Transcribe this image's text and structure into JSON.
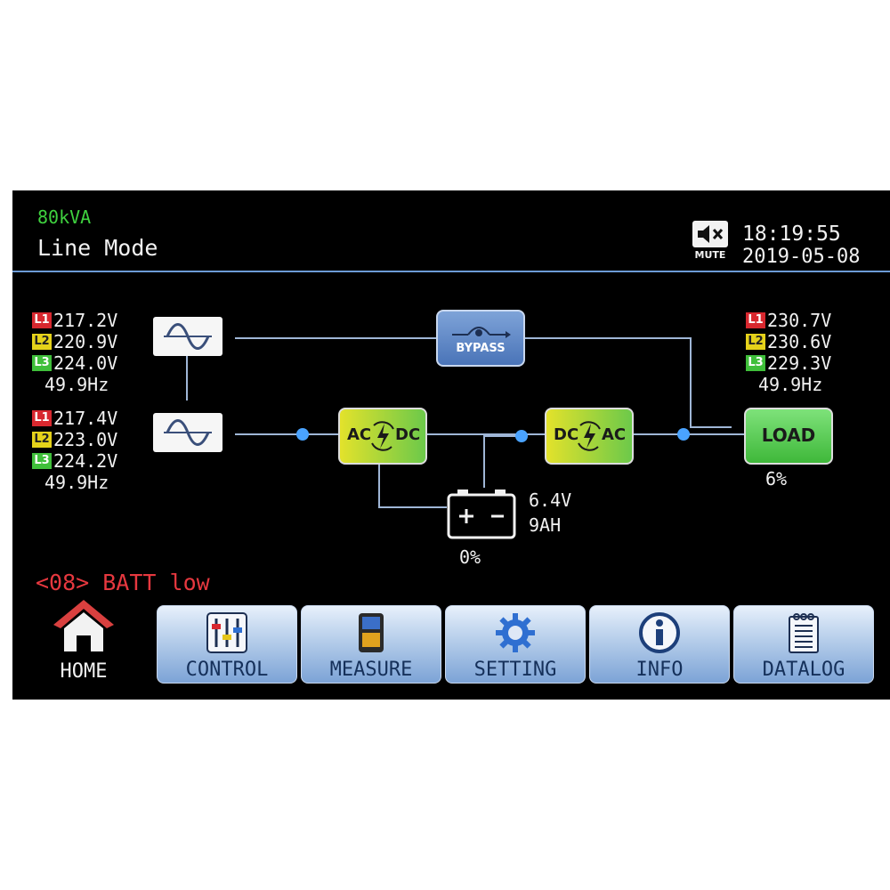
{
  "header": {
    "model": "80kVA",
    "mode": "Line Mode",
    "mute_label": "MUTE",
    "time": "18:19:55",
    "date": "2019-05-08"
  },
  "bypass_input": {
    "l1": "217.2V",
    "l2": "220.9V",
    "l3": "224.0V",
    "freq": "49.9Hz"
  },
  "main_input": {
    "l1": "217.4V",
    "l2": "223.0V",
    "l3": "224.2V",
    "freq": "49.9Hz"
  },
  "output": {
    "l1": "230.7V",
    "l2": "230.6V",
    "l3": "229.3V",
    "freq": "49.9Hz",
    "load_percent": "6%"
  },
  "phase_labels": {
    "l1": "L1",
    "l2": "L2",
    "l3": "L3"
  },
  "modules": {
    "bypass": "BYPASS",
    "rectifier_left": "AC",
    "rectifier_right": "DC",
    "inverter_left": "DC",
    "inverter_right": "AC",
    "load": "LOAD"
  },
  "battery": {
    "voltage": "6.4V",
    "capacity": "9AH",
    "charge_percent": "0%"
  },
  "alarm": {
    "text": "<08> BATT low"
  },
  "nav": {
    "home": "HOME",
    "control": "CONTROL",
    "measure": "MEASURE",
    "setting": "SETTING",
    "info": "INFO",
    "datalog": "DATALOG"
  },
  "colors": {
    "accent_line": "#6c9bd6",
    "alarm": "#e6383f",
    "model_text": "#3fd13f",
    "node": "#4aa3ff"
  }
}
